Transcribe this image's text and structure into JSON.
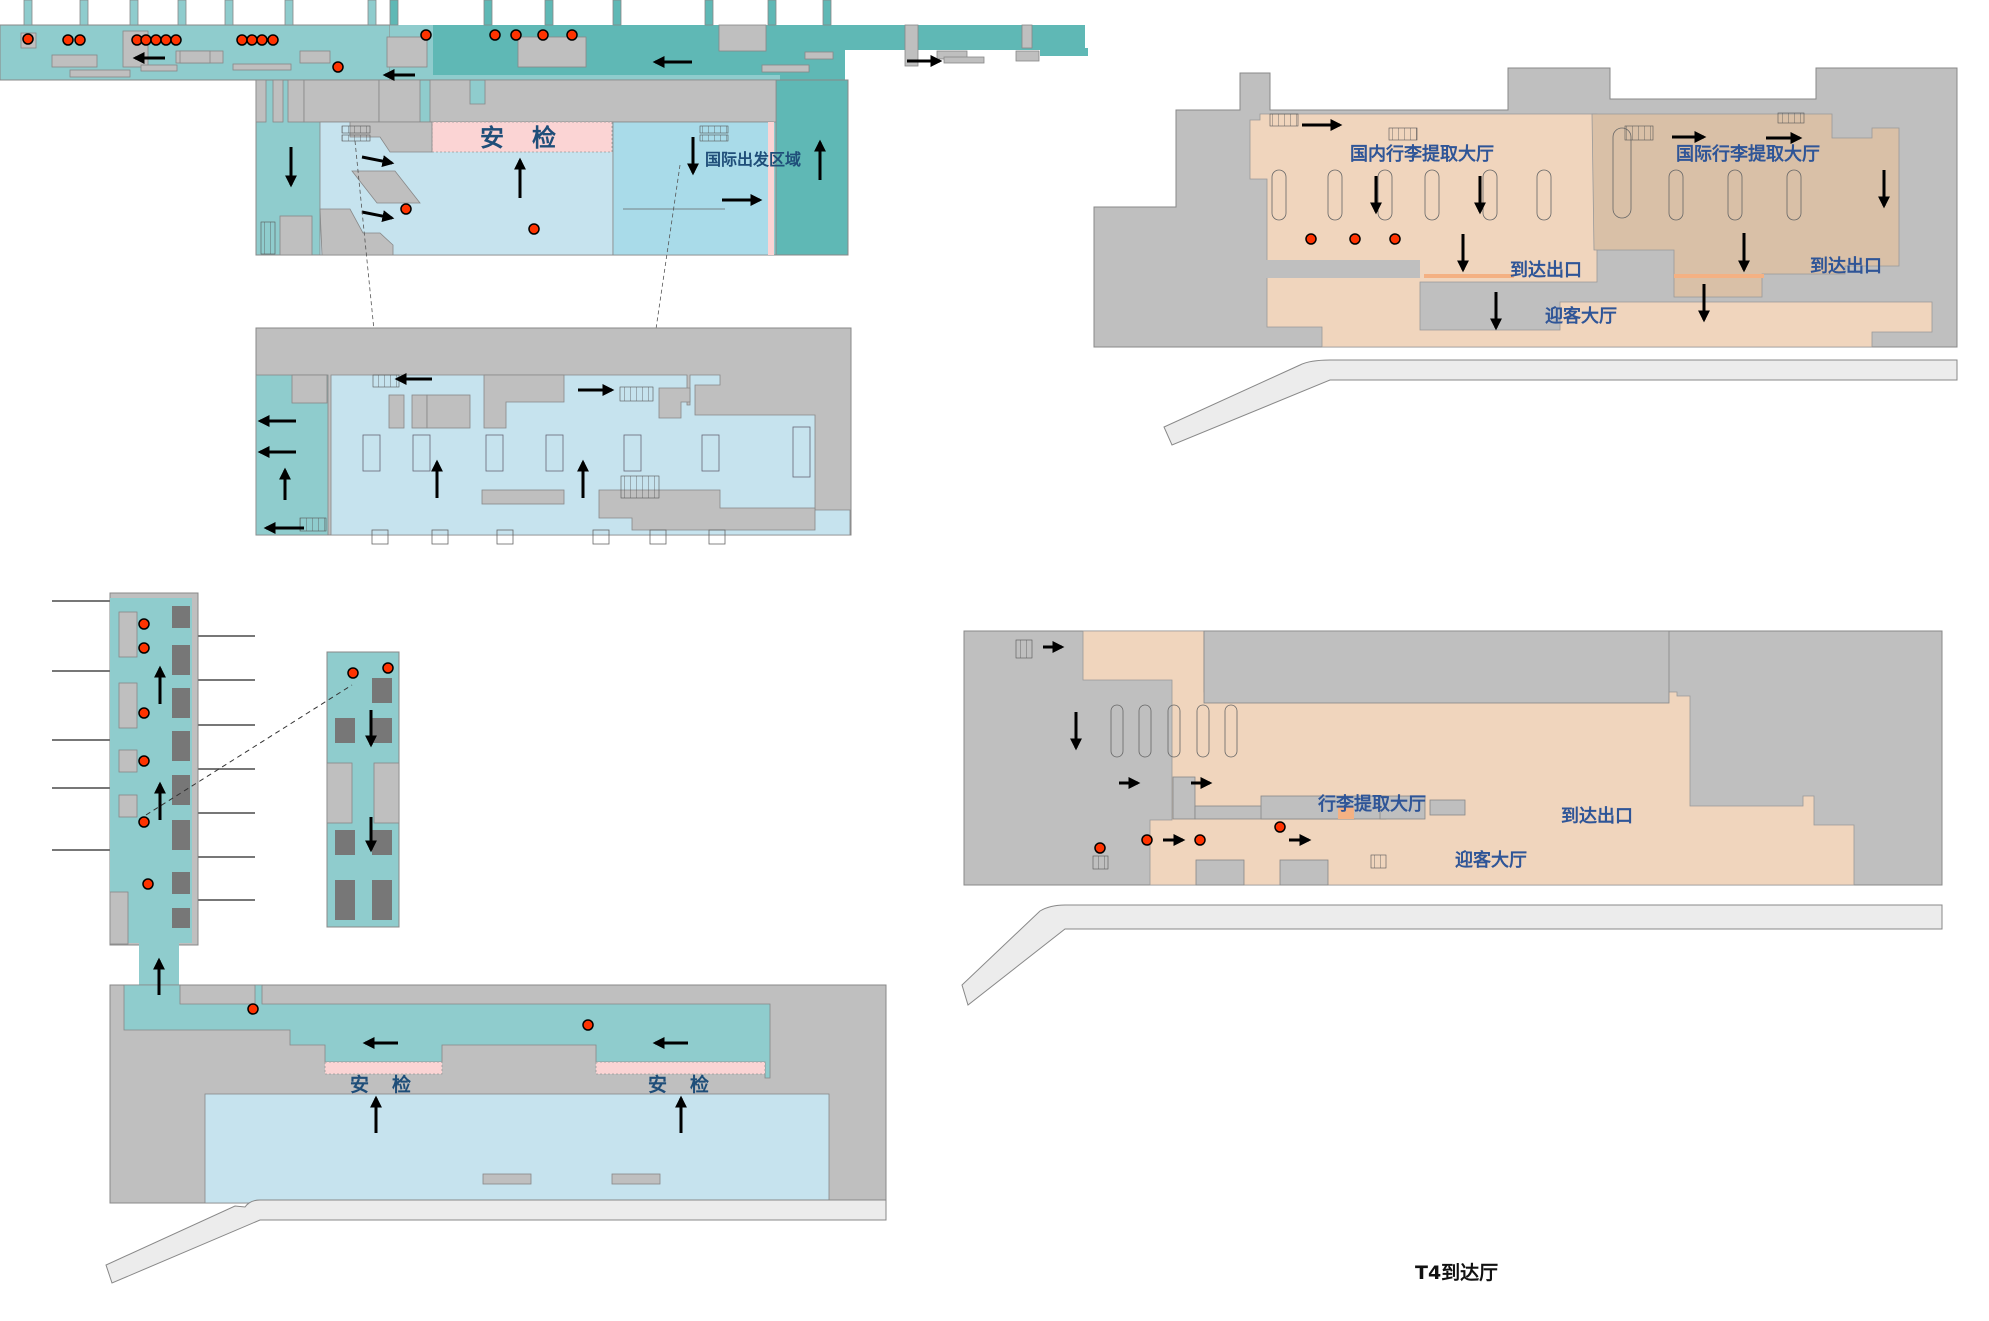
{
  "caption": "T4到达厅",
  "colors": {
    "teal_light": "#8fcccd",
    "teal_dark": "#5fb8b5",
    "blue_light": "#c6e3ee",
    "blue_intl": "#a9dbe9",
    "security_pink": "#fbd4d4",
    "wall_grey": "#bfbfbf",
    "arrival_peach": "#f0d5bd",
    "arrival_intl": "#d9c0a7",
    "exit_orange": "#f4b183",
    "road": "#ececec",
    "marker_red": "#ff3300",
    "label_blue": "#2f5597"
  },
  "departure_upper": {
    "security_label": "安　检",
    "intl_departure_label": "国际出发区域"
  },
  "departure_pier": {
    "security_labels": [
      "安　检",
      "安　检"
    ]
  },
  "arrival_upper": {
    "domestic_baggage_label": "国内行李提取大厅",
    "intl_baggage_label": "国际行李提取大厅",
    "exit_labels": [
      "到达出口",
      "到达出口"
    ],
    "greeting_hall_label": "迎客大厅"
  },
  "arrival_lower": {
    "baggage_label": "行李提取大厅",
    "exit_label": "到达出口",
    "greeting_hall_label": "迎客大厅"
  },
  "legend": {
    "marker": "red-dot-poi",
    "arrow": "passenger-flow-arrow"
  }
}
